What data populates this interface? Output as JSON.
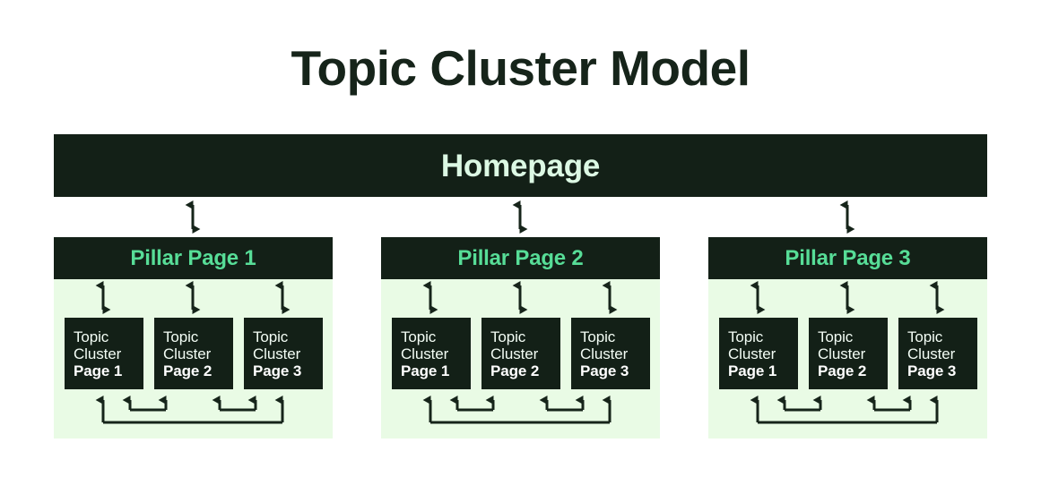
{
  "page": {
    "title": "Topic Cluster Model",
    "background_color": "#ffffff"
  },
  "colors": {
    "dark": "#132017",
    "title_text": "#16241a",
    "homepage_text": "#dcf9e4",
    "pillar_text": "#57dd97",
    "panel_background": "#e9fbe5",
    "box_text": "#ffffff",
    "arrow": "#16241a"
  },
  "homepage": {
    "label": "Homepage"
  },
  "groups": [
    {
      "pillar_label": "Pillar Page 1",
      "boxes": [
        {
          "line1": "Topic",
          "line2": "Cluster",
          "page": "Page 1"
        },
        {
          "line1": "Topic",
          "line2": "Cluster",
          "page": "Page 2"
        },
        {
          "line1": "Topic",
          "line2": "Cluster",
          "page": "Page 3"
        }
      ]
    },
    {
      "pillar_label": "Pillar Page 2",
      "boxes": [
        {
          "line1": "Topic",
          "line2": "Cluster",
          "page": "Page 1"
        },
        {
          "line1": "Topic",
          "line2": "Cluster",
          "page": "Page 2"
        },
        {
          "line1": "Topic",
          "line2": "Cluster",
          "page": "Page 3"
        }
      ]
    },
    {
      "pillar_label": "Pillar Page 3",
      "boxes": [
        {
          "line1": "Topic",
          "line2": "Cluster",
          "page": "Page 1"
        },
        {
          "line1": "Topic",
          "line2": "Cluster",
          "page": "Page 2"
        },
        {
          "line1": "Topic",
          "line2": "Cluster",
          "page": "Page 3"
        }
      ]
    }
  ],
  "connectors": {
    "homepage_to_pillar": "bidirectional-vertical-arrow",
    "pillar_to_cluster": "bidirectional-vertical-arrow",
    "cluster_to_cluster": "upward-arrow-loop"
  }
}
